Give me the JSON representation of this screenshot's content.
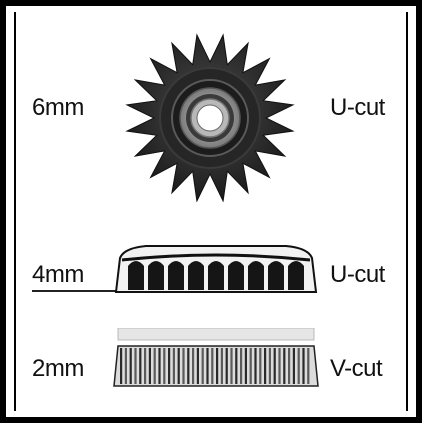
{
  "rows": [
    {
      "size": "6mm",
      "cut": "U-cut"
    },
    {
      "size": "4mm",
      "cut": "U-cut"
    },
    {
      "size": "2mm",
      "cut": "V-cut"
    }
  ],
  "colors": {
    "border": "#000000",
    "sprocket": "#2b2b2b",
    "bearing_ring": "#9a9a9a",
    "wheel_dark": "#1a1a1a",
    "wheel_light": "#e8e8e8"
  },
  "icons": [
    "sprocket-gear-icon",
    "wheel-4mm-icon",
    "wheel-2mm-icon"
  ]
}
